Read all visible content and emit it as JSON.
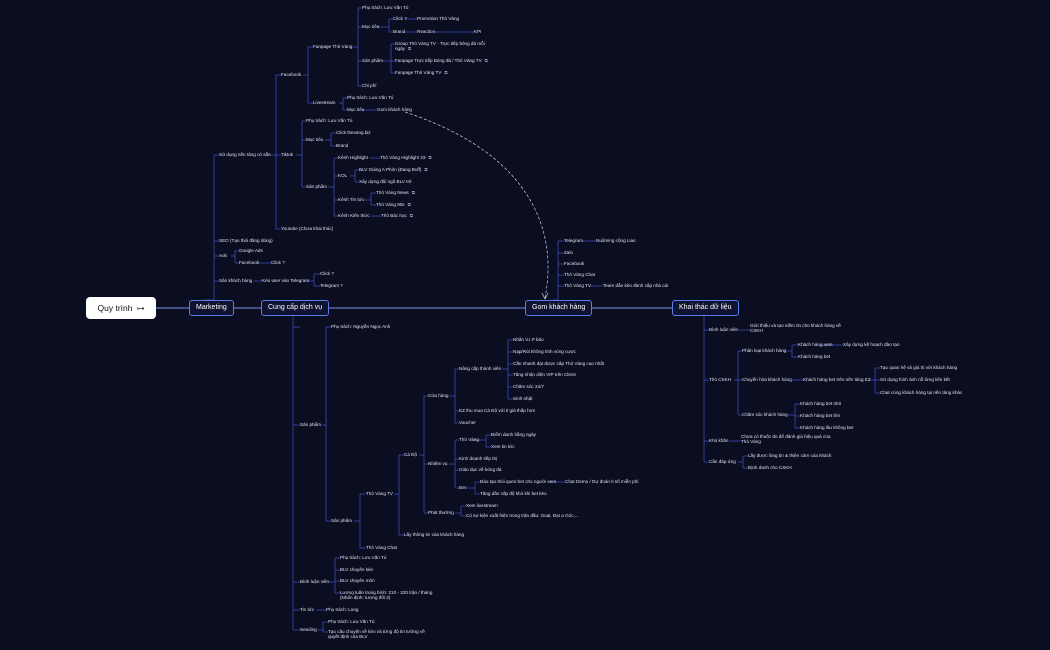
{
  "colors": {
    "background": "#0b0d21",
    "line": "#3f56c9",
    "main_border": "#5b7de8",
    "root_fill": "#ffffff",
    "dashed": "#cfd3e6"
  },
  "root": {
    "label": "Quy trình",
    "icon": "link-icon"
  },
  "main_topics": [
    "Marketing",
    "Cung cấp dịch vụ",
    "Gom khách hàng",
    "Khai thác dữ liệu"
  ],
  "marketing": {
    "sub": [
      "Sử dụng nền tảng có sẵn",
      "SEO (Tạo thói đăng dùng)",
      "Ads",
      "Sân khách hàng"
    ],
    "facebook": "Facebook",
    "fanpage": "Fanpage Thỏ Vàng",
    "fanpage_children": [
      "Phụ trách: Lưu Văn Tú",
      "Mục tiêu",
      "Sản phẩm",
      "Chi phí"
    ],
    "goals": [
      "Click ?",
      "Brand"
    ],
    "goal_details": [
      "Promotion Thỏ Vàng",
      "Reaction",
      "KPI"
    ],
    "products": [
      "Group Thỏ Vàng TV - Trực tiếp bóng đá mỗi ngày",
      "Fanpage Trực tiếp Bóng đá / Thỏ Vàng TV",
      "Fanpage Thỏ Vàng TV"
    ],
    "livestream": "Livestream",
    "livestream_children": [
      "Phụ trách: Lưu Văn Tú",
      "Mục tiêu"
    ],
    "livestream_goal": "Gom khách hàng",
    "tiktok": "Tiktok",
    "tiktok_children": [
      "Phụ trách: Lưu Văn Tú",
      "Mục tiêu",
      "Sản phẩm"
    ],
    "tiktok_goals": [
      "Click thevang.biz",
      "Brand"
    ],
    "channels": [
      "Kênh Highlight",
      "KOL",
      "Kênh Tin tức",
      "Kênh Kiến thức"
    ],
    "highlight": "Thỏ Vàng Highlight 23",
    "kol": [
      "BLV Giàng A Phòn (Đang Buff)",
      "Xây dựng đội ngũ BLV trẻ"
    ],
    "news": [
      "Thỏ Vàng News",
      "Thỏ Vàng 90s"
    ],
    "knowledge": "Thỏ Bác học",
    "youtube": "Youtube (Chưa khai thác)",
    "ads": [
      "Google Ads",
      "Facebook"
    ],
    "ads_click": "Click ?",
    "san": "Kéo user vào Telegram",
    "san_children": [
      "Click ?",
      "Telegram ?"
    ]
  },
  "service": {
    "sub": [
      "Sản phẩm",
      "Bình luận viên",
      "Tin tức",
      "Seeding"
    ],
    "owner": "Phụ trách: Nguyễn Ngọc Anh",
    "product_group": "Sản phẩm",
    "tv": "Thỏ Vàng TV",
    "chat": "Thỏ Vàng Chat",
    "tv_children": [
      "Cá Độ",
      "Lấy thông tin của khách hàng"
    ],
    "cado": [
      "Cửa hàng",
      "Nhiệm vụ",
      "Phát thưởng"
    ],
    "shop": [
      "Nâng cấp thành viên",
      "EZ thu mua Cá Độ với tỉ giá thấp hơn",
      "Voucher"
    ],
    "upgrade": [
      "Nhãn V.I.P bảo",
      "Nạp/Rút không tính vòng cược",
      "Cần nhanh đạt được cấp Thỏ Vàng cao nhất",
      "Tăng nhận diện VIP trên Client",
      "Chăm sóc 24/7",
      "Sinh nhật"
    ],
    "missions": [
      "Thỏ Vàng",
      "Kinh doanh tiếp thị",
      "Giáo dục về bóng đá",
      "Bet"
    ],
    "tv_mission": [
      "Điểm danh hằng ngày",
      "Xem tin tức"
    ],
    "bet": [
      "Đào tạo thói quen bet cho người xem",
      "Tăng dần cấp độ khó khi bet kèo"
    ],
    "bet_detail": "Chat Demo / Dự đoán tỉ số miễn phí",
    "rewards": [
      "Xem livestream",
      "Có sự kiện xuất hiện trong trận đấu: Goal, Đạt a Góc,..."
    ],
    "blv": [
      "Phụ trách: Lưu Văn Tú",
      "BLV chuyên kèo",
      "BLV chuyên môn",
      "Lương tuần trung bình: 210 - 220 trận / tháng (Nhẩn định: tương đối 3)"
    ],
    "news": "Phụ trách: Long",
    "seeding": [
      "Phụ trách: Lưu Văn Tú",
      "Tạo câu chuyện về kèo và từng độ tin tưởng về quyết định của BLV"
    ]
  },
  "gather": {
    "items": [
      "Telegram",
      "Zalo",
      "Facebook",
      "Thỏ Vàng Chat",
      "Thỏ Vàng TV"
    ],
    "telegram": "Nuôming cộng Lian",
    "tv": "Team dẫn kèo đánh cấp nhà cái"
  },
  "data_mining": {
    "sub": [
      "Bình luận viên",
      "Thỏ CSKH",
      "Khó khăn",
      "Cần đáp ứng"
    ],
    "blv": "Giới thiệu và tạo niềm tin cho khách hàng về CSKH",
    "cskh": [
      "Phân loại khách hàng",
      "Chuyển hóa khách hàng",
      "Chăm sóc khách hàng"
    ],
    "classify": [
      "Khách hàng xem",
      "Khách hàng bet"
    ],
    "classify_detail": "Xây dựng kế hoạch đào tạo",
    "convert": "Khách hàng bet trên nền tảng EZ",
    "convert_detail": [
      "Tạo quan hệ và giá trị với khách hàng",
      "Sử dụng hình ảnh nỗ từng liên kết",
      "Chat cùng khách hàng tại nền tảng khác"
    ],
    "care": [
      "Khách hàng bet nhỏ",
      "Khách hàng bet lớn",
      "Khách hàng lâu không bet"
    ],
    "hard": "Chưa có thuốc đo để đánh giá hiệu quả của Thỏ Vàng",
    "need": [
      "Lấy được lòng tin & thiện cảm của khách",
      "Định danh cho CSKH"
    ]
  }
}
